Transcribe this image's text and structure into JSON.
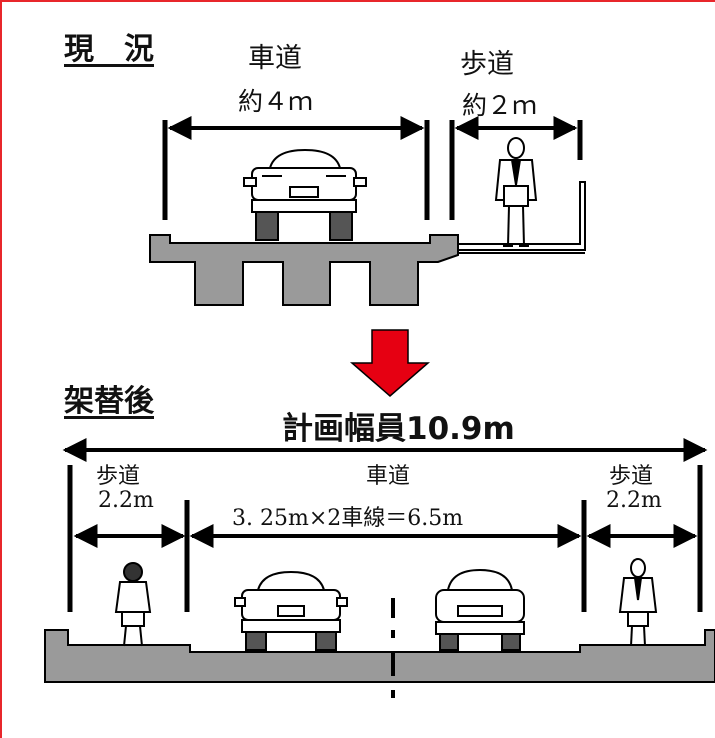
{
  "current": {
    "section_title": "現　況",
    "roadway": {
      "label": "車道",
      "width": "約４ｍ"
    },
    "sidewalk": {
      "label": "歩道",
      "width": "約２ｍ"
    }
  },
  "after": {
    "section_title": "架替後",
    "planned_width": "計画幅員10.9m",
    "left_sidewalk": {
      "label": "歩道",
      "width": "2.2m"
    },
    "roadway": {
      "label": "車道",
      "width": "3. 25m×2車線＝6.5m"
    },
    "right_sidewalk": {
      "label": "歩道",
      "width": "2.2m"
    }
  },
  "colors": {
    "arrow": "#e60012",
    "structure": "#9a9a9a",
    "frame": "#e8262b"
  }
}
